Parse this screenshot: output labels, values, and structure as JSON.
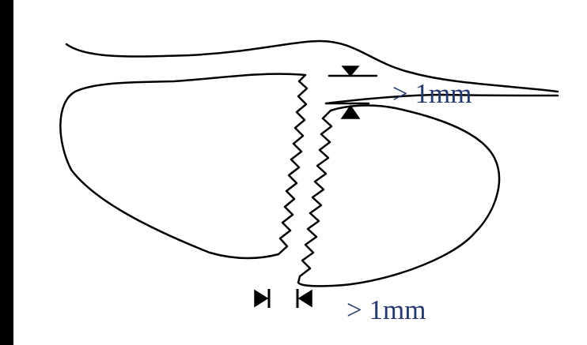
{
  "labels": {
    "gap_top": "> 1mm",
    "gap_bottom": "> 1mm"
  },
  "colors": {
    "background": "#000000",
    "canvas": "#ffffff",
    "ink": "#000000",
    "label": "#243A6E"
  },
  "icons": {
    "arrow_down": "filled-triangle-down",
    "arrow_up": "filled-triangle-up",
    "arrow_right": "filled-triangle-right",
    "arrow_left": "filled-triangle-left"
  }
}
